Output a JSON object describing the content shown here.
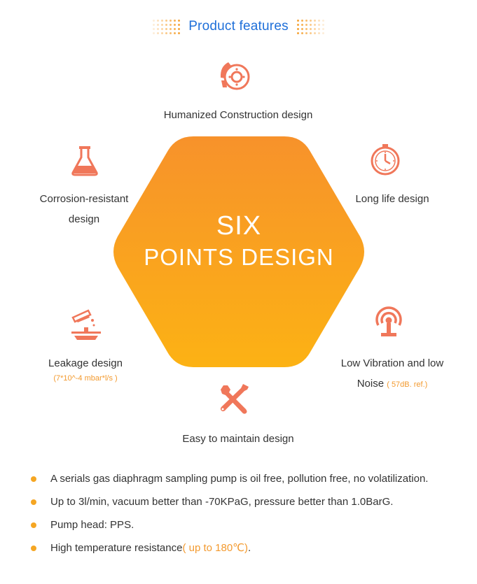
{
  "header": {
    "title": "Product features"
  },
  "center": {
    "line1": "SIX",
    "line2": "POINTS DESIGN"
  },
  "features": {
    "top": {
      "label": "Humanized Construction design",
      "icon": "brake-disc-icon"
    },
    "top_left": {
      "line1": "Corrosion-resistant",
      "line2": "design",
      "icon": "flask-icon"
    },
    "top_right": {
      "label": "Long life design",
      "icon": "clock-icon"
    },
    "bottom_left": {
      "label": "Leakage design",
      "note": "(7*10^-4 mbar*l/s )",
      "icon": "leak-test-icon"
    },
    "bottom_right": {
      "line1": "Low Vibration and low",
      "line2": "Noise",
      "note": "( 57dB. ref.)",
      "icon": "signal-tower-icon"
    },
    "bottom": {
      "label": "Easy to maintain design",
      "icon": "wrench-screwdriver-icon"
    }
  },
  "bullets": [
    {
      "text": "A serials gas diaphragm sampling pump is oil free, pollution free, no volatilization."
    },
    {
      "text": "Up to 3l/min, vacuum better than -70KPaG, pressure better than 1.0BarG."
    },
    {
      "text": "Pump head: PPS."
    },
    {
      "text": "High temperature resistance",
      "highlight": "( up to 180℃)",
      "suffix": "."
    }
  ],
  "colors": {
    "accent": "#f39a2f",
    "title_blue": "#1e6fd9",
    "hex_top": "#f7932a",
    "hex_bottom": "#fbb016",
    "icon": "#f0775a"
  }
}
